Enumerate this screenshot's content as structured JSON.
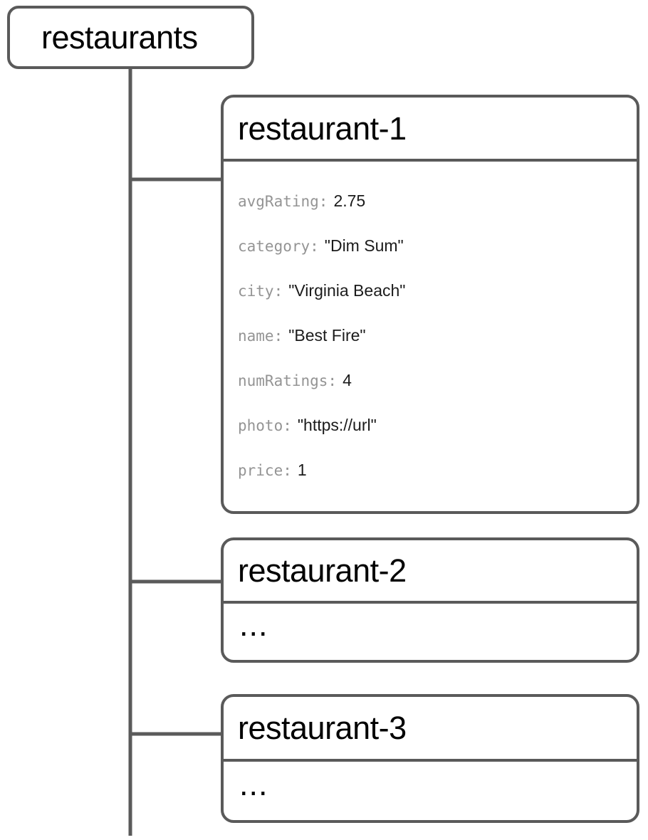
{
  "diagram": {
    "type": "firestore-data-model-tree",
    "root": {
      "label": "restaurants",
      "kind": "collection"
    },
    "documents": [
      {
        "id": "restaurant-1",
        "fields": [
          {
            "key": "avgRating:",
            "value": "2.75"
          },
          {
            "key": "category:",
            "value": "\"Dim Sum\""
          },
          {
            "key": "city:",
            "value": "\"Virginia Beach\""
          },
          {
            "key": "name:",
            "value": "\"Best Fire\""
          },
          {
            "key": "numRatings:",
            "value": "4"
          },
          {
            "key": "photo:",
            "value": "\"https://url\""
          },
          {
            "key": "price:",
            "value": "1"
          }
        ]
      },
      {
        "id": "restaurant-2",
        "placeholder": "..."
      },
      {
        "id": "restaurant-3",
        "placeholder": "..."
      }
    ]
  },
  "colors": {
    "stroke": "#5a5a5a",
    "title_text": "#000000",
    "field_key": "#949494",
    "field_value": "#1b1b1b",
    "background": "#ffffff"
  }
}
